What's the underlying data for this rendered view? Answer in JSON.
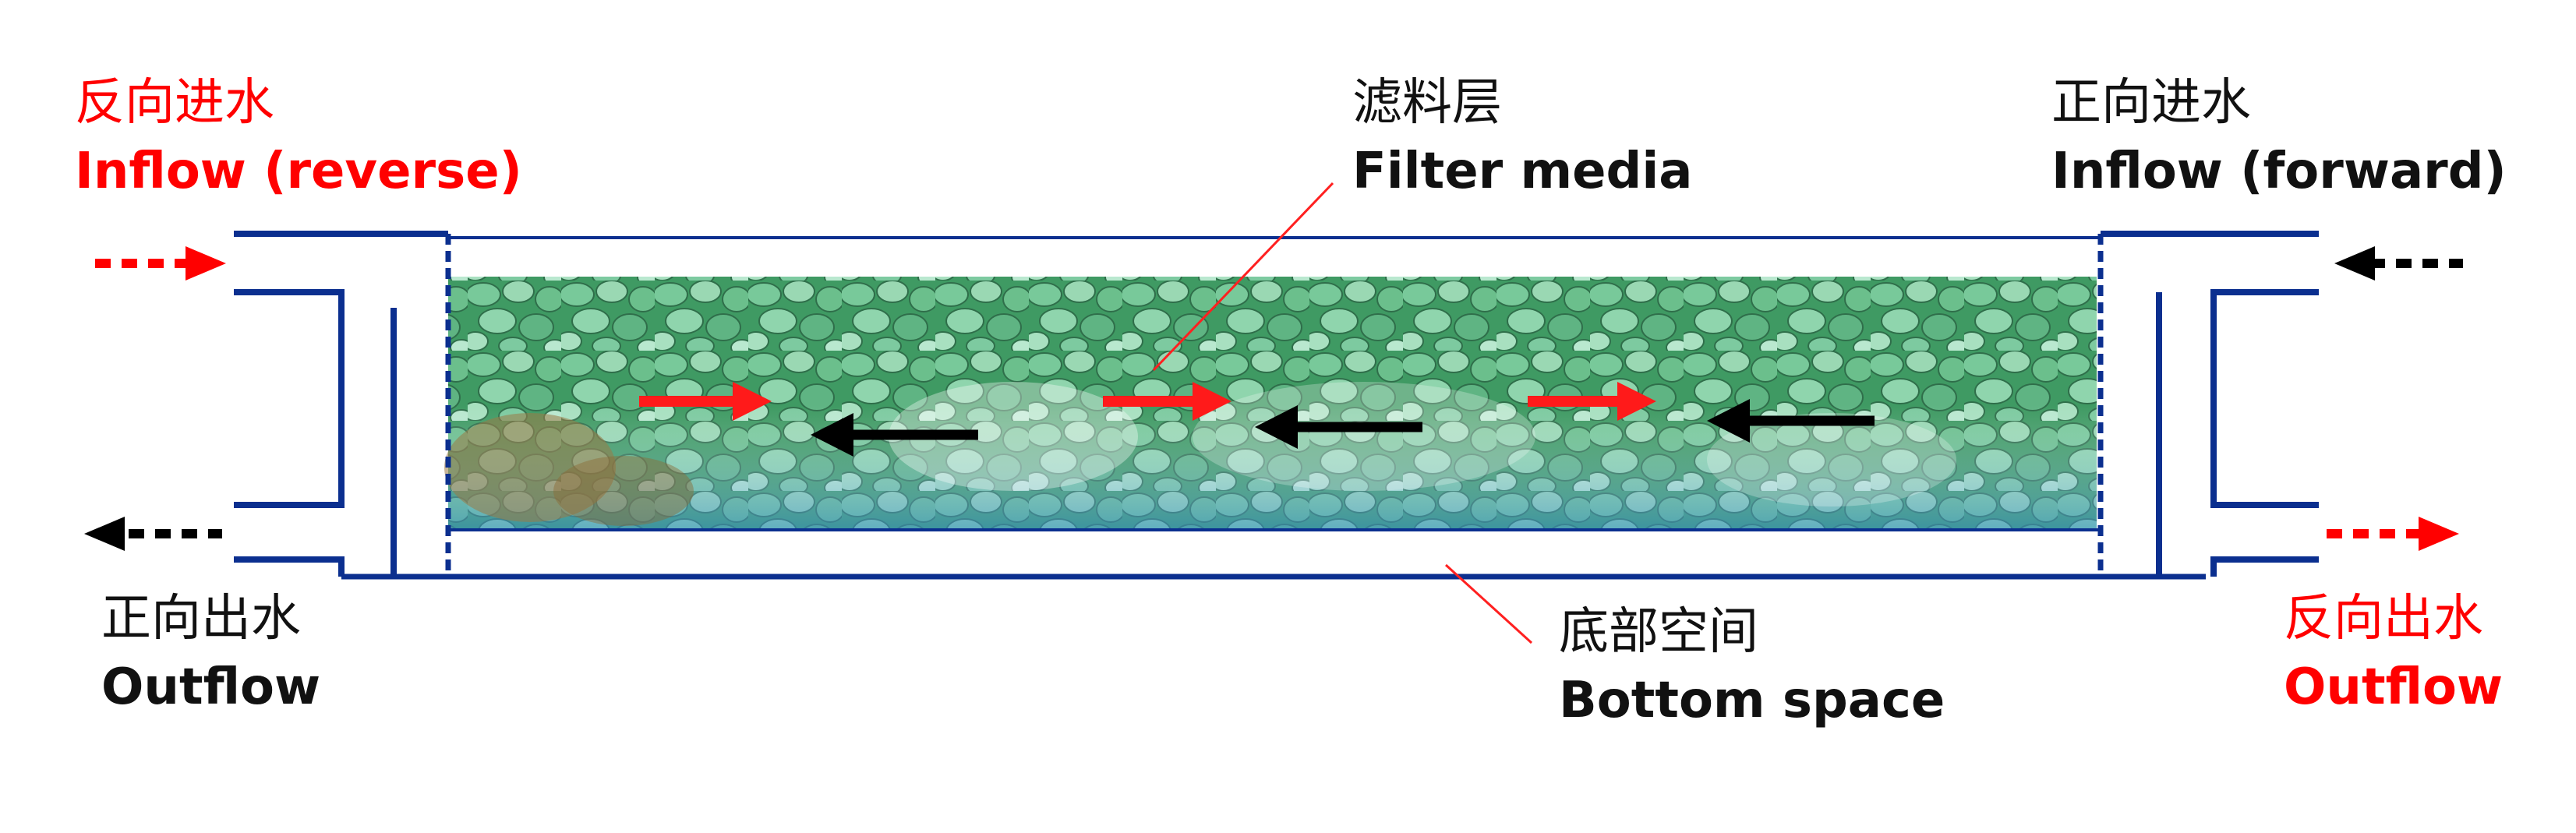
{
  "labels": {
    "reverse_inflow": {
      "zh": "反向进水",
      "en": "Inflow (reverse)"
    },
    "forward_inflow": {
      "zh": "正向进水",
      "en": "Inflow (forward)"
    },
    "filter_media": {
      "zh": "滤料层",
      "en": "Filter media"
    },
    "forward_outflow": {
      "zh": "正向出水",
      "en": "Outflow"
    },
    "reverse_outflow": {
      "zh": "反向出水",
      "en": "Outflow"
    },
    "bottom_space": {
      "zh": "底部空间",
      "en": "Bottom space"
    }
  },
  "colors": {
    "pipe": "#0b2f8f",
    "reverse_flow": "#ff0000",
    "forward_flow": "#000000",
    "media_base": "#4aa36c",
    "pebble": "#7fd0a8",
    "water": "#3a8fd0"
  },
  "icons": {
    "reverse_flow_arrow": "red-arrow-right",
    "forward_flow_arrow": "black-arrow-left",
    "reverse_inlet_arrow": "red-dotted-arrow-right",
    "forward_inlet_arrow": "black-dotted-arrow-left",
    "forward_outlet_arrow": "black-dotted-arrow-left",
    "reverse_outlet_arrow": "red-dotted-arrow-right"
  }
}
